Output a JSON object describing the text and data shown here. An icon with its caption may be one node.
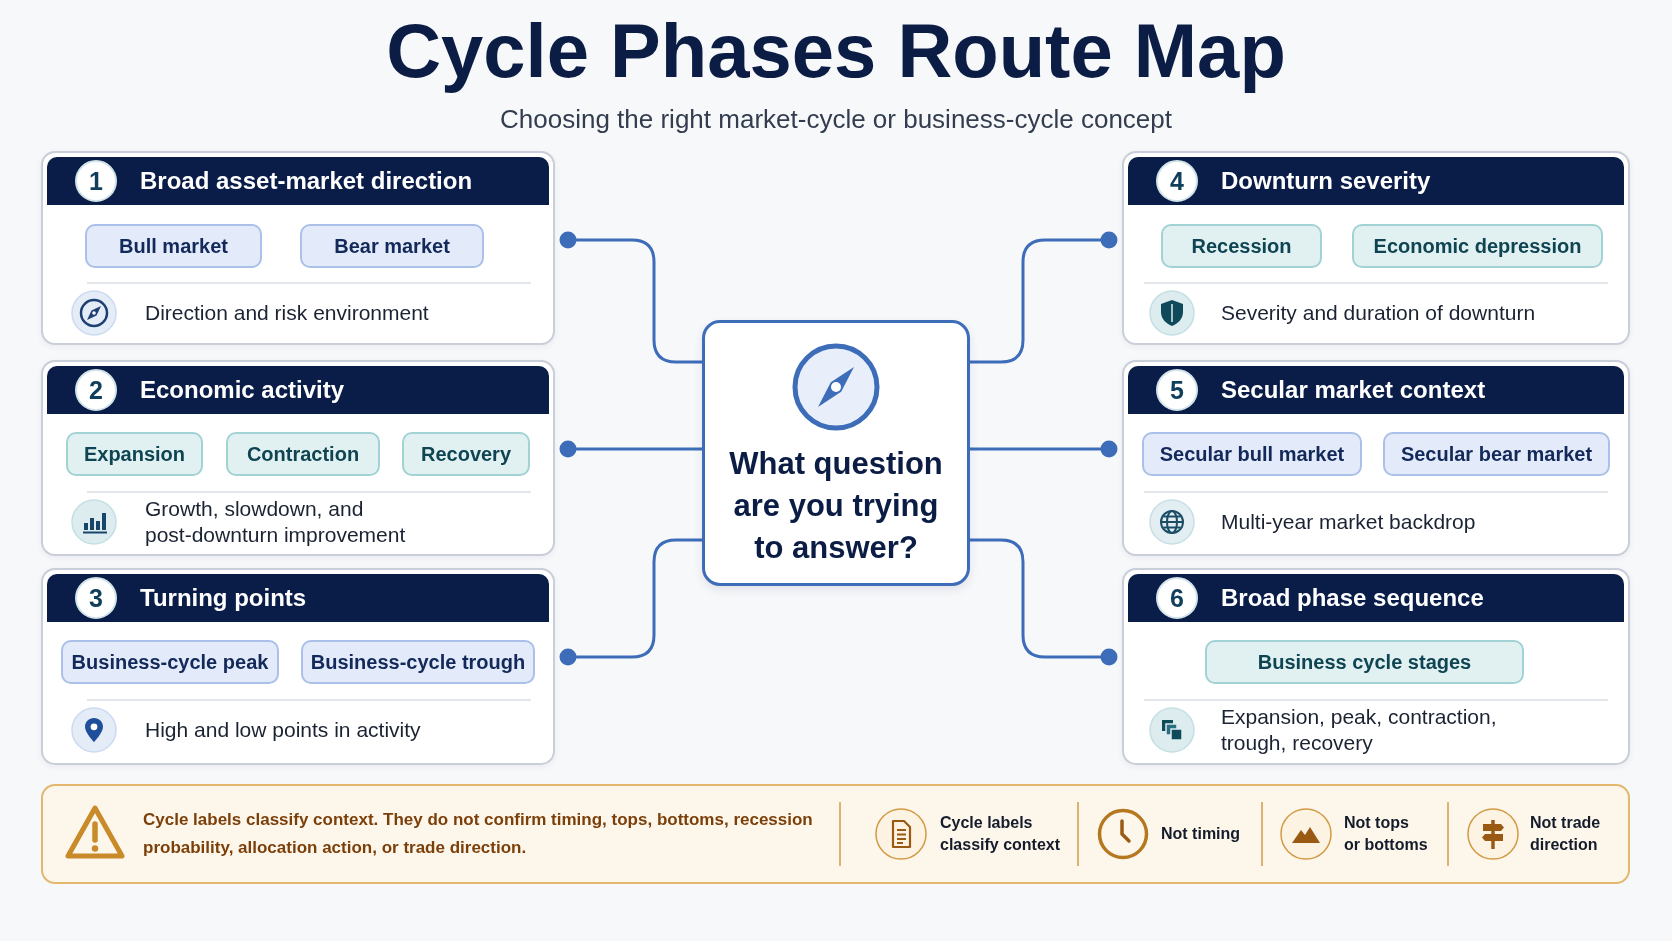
{
  "diagram": {
    "title": "Cycle Phases Route Map",
    "nodes": [
      {
        "text": [
          "What question are you trying to answer?"
        ]
      },
      {
        "text": [
          "1",
          "Broad asset-market direction",
          "Direction and risk environment"
        ]
      },
      {
        "text": [
          "Bull market"
        ],
        "in": 1
      },
      {
        "text": [
          "Bear market"
        ],
        "in": 1
      },
      {
        "text": [
          "2",
          "Economic activity",
          "Growth, slowdown, and post-downturn improvement"
        ]
      },
      {
        "text": [
          "Expansion"
        ],
        "in": 4
      },
      {
        "text": [
          "Contraction"
        ],
        "in": 4
      },
      {
        "text": [
          "Recovery"
        ],
        "in": 4
      },
      {
        "text": [
          "3",
          "Turning points",
          "High and low points in activity"
        ]
      },
      {
        "text": [
          "Business-cycle peak"
        ],
        "in": 8
      },
      {
        "text": [
          "Business-cycle trough"
        ],
        "in": 8
      },
      {
        "text": [
          "4",
          "Downturn severity",
          "Severity and duration of downturn"
        ]
      },
      {
        "text": [
          "Recession"
        ],
        "in": 11
      },
      {
        "text": [
          "Economic depression"
        ],
        "in": 11
      },
      {
        "text": [
          "5",
          "Secular market context",
          "Multi-year market backdrop"
        ]
      },
      {
        "text": [
          "Secular bull market"
        ],
        "in": 14
      },
      {
        "text": [
          "Secular bear market"
        ],
        "in": 14
      },
      {
        "text": [
          "6",
          "Broad phase sequence",
          "Expansion, peak, contraction, trough, recovery"
        ]
      },
      {
        "text": [
          "Business cycle stages"
        ],
        "in": 17
      },
      {
        "text": [
          "Cycle labels classify context. They do not confirm timing, tops, bottoms, recession probability, allocation action, or trade direction.",
          "Cycle labels classify context",
          "Not timing",
          "Not tops or bottoms",
          "Not trade direction"
        ]
      }
    ],
    "edges": [
      {
        "from": 0,
        "to": 1,
        "arrow": "other"
      },
      {
        "from": 0,
        "to": 4,
        "arrow": "other"
      },
      {
        "from": 0,
        "to": 8,
        "arrow": "other"
      },
      {
        "from": 0,
        "to": 11,
        "arrow": "other"
      },
      {
        "from": 0,
        "to": 14,
        "arrow": "other"
      },
      {
        "from": 0,
        "to": 17,
        "arrow": "other"
      }
    ],
    "labels": [
      "Choosing the right market-cycle or business-cycle concept"
    ]
  }
}
